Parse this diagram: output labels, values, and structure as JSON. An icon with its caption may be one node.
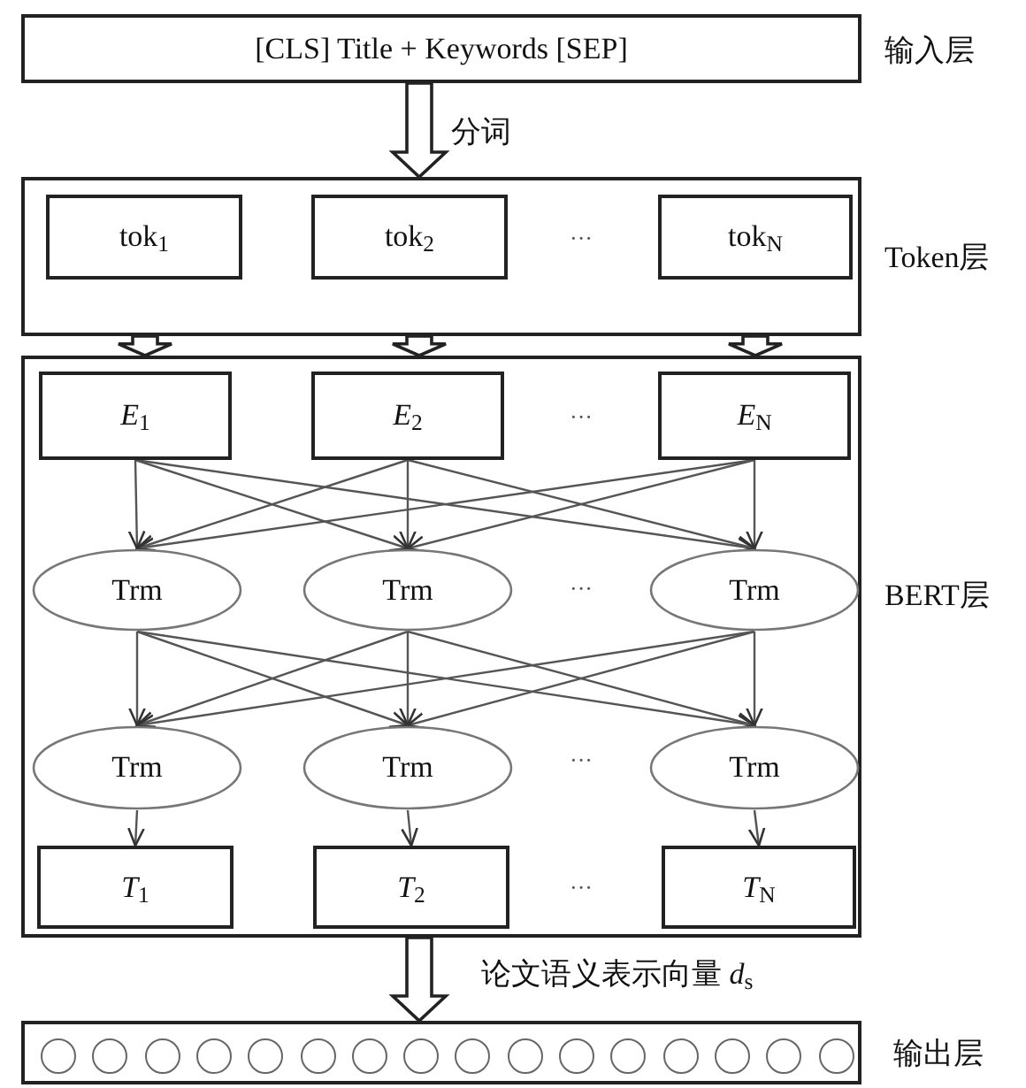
{
  "diagram": {
    "nodes": [
      {
        "text": [
          "[CLS] Title + Keywords [SEP]"
        ],
        "beside": [
          "输入层"
        ]
      },
      {
        "text": [],
        "shape": "box",
        "beside": [
          "Token层"
        ]
      },
      {
        "text": [
          "tok$_{1}$"
        ],
        "in": 1
      },
      {
        "text": [
          "tok$_{2}$"
        ],
        "in": 1
      },
      {
        "text": [
          "tok$_{N}$"
        ],
        "in": 1
      },
      {
        "text": [],
        "shape": "box",
        "beside": [
          "BERT层"
        ]
      },
      {
        "text": [
          "*E*$_{1}$"
        ],
        "in": 5
      },
      {
        "text": [
          "*E*$_{2}$"
        ],
        "in": 5
      },
      {
        "text": [
          "*E*$_{N}$"
        ],
        "in": 5
      },
      {
        "text": [
          "Trm"
        ],
        "in": 5
      },
      {
        "text": [
          "Trm"
        ],
        "in": 5
      },
      {
        "text": [
          "Trm"
        ],
        "in": 5
      },
      {
        "text": [
          "Trm"
        ],
        "in": 5
      },
      {
        "text": [
          "Trm"
        ],
        "in": 5
      },
      {
        "text": [
          "Trm"
        ],
        "in": 5
      },
      {
        "text": [
          "*T*$_{1}$"
        ],
        "in": 5
      },
      {
        "text": [
          "*T*$_{2}$"
        ],
        "in": 5
      },
      {
        "text": [
          "*T*$_{N}$"
        ],
        "in": 5
      },
      {
        "text": [],
        "shape": "box",
        "beside": [
          "输出层"
        ]
      },
      {
        "text": [],
        "shape": "circle",
        "in": 18
      },
      {
        "text": [],
        "shape": "circle",
        "in": 18
      },
      {
        "text": [],
        "shape": "circle",
        "in": 18
      },
      {
        "text": [],
        "shape": "circle",
        "in": 18
      },
      {
        "text": [],
        "shape": "circle",
        "in": 18
      },
      {
        "text": [],
        "shape": "circle",
        "in": 18
      },
      {
        "text": [],
        "shape": "circle",
        "in": 18
      },
      {
        "text": [],
        "shape": "circle",
        "in": 18
      },
      {
        "text": [],
        "shape": "circle",
        "in": 18
      },
      {
        "text": [],
        "shape": "circle",
        "in": 18
      },
      {
        "text": [],
        "shape": "circle",
        "in": 18
      },
      {
        "text": [],
        "shape": "circle",
        "in": 18
      },
      {
        "text": [],
        "shape": "circle",
        "in": 18
      },
      {
        "text": [],
        "shape": "circle",
        "in": 18
      },
      {
        "text": [],
        "shape": "circle",
        "in": 18
      },
      {
        "text": [],
        "shape": "circle",
        "in": 18
      }
    ],
    "edges": [
      {
        "from": 0,
        "to": 1,
        "arrow": "to",
        "label": "分词",
        "style": "thick"
      },
      {
        "from": 1,
        "to": 5,
        "arrow": "to",
        "style": "thick"
      },
      {
        "from": 1,
        "to": 5,
        "arrow": "to",
        "style": "thick"
      },
      {
        "from": 1,
        "to": 5,
        "arrow": "to",
        "style": "thick"
      },
      {
        "from": 6,
        "to": 9,
        "arrow": "to"
      },
      {
        "from": 6,
        "to": 10,
        "arrow": "to"
      },
      {
        "from": 6,
        "to": 11,
        "arrow": "to"
      },
      {
        "from": 7,
        "to": 9,
        "arrow": "to"
      },
      {
        "from": 7,
        "to": 10,
        "arrow": "to"
      },
      {
        "from": 7,
        "to": 11,
        "arrow": "to"
      },
      {
        "from": 8,
        "to": 9,
        "arrow": "to"
      },
      {
        "from": 8,
        "to": 10,
        "arrow": "to"
      },
      {
        "from": 8,
        "to": 11,
        "arrow": "to"
      },
      {
        "from": 9,
        "to": 12,
        "arrow": "to"
      },
      {
        "from": 9,
        "to": 13,
        "arrow": "to"
      },
      {
        "from": 9,
        "to": 14,
        "arrow": "to"
      },
      {
        "from": 10,
        "to": 12,
        "arrow": "to"
      },
      {
        "from": 10,
        "to": 13,
        "arrow": "to"
      },
      {
        "from": 10,
        "to": 14,
        "arrow": "to"
      },
      {
        "from": 11,
        "to": 12,
        "arrow": "to"
      },
      {
        "from": 11,
        "to": 13,
        "arrow": "to"
      },
      {
        "from": 11,
        "to": 14,
        "arrow": "to"
      },
      {
        "from": 12,
        "to": 15,
        "arrow": "to"
      },
      {
        "from": 13,
        "to": 16,
        "arrow": "to"
      },
      {
        "from": 14,
        "to": 17,
        "arrow": "to"
      },
      {
        "from": 5,
        "to": 18,
        "arrow": "to",
        "label": "论文语义表示向量 *d*$_{s}$",
        "style": "thick"
      }
    ],
    "labels": [
      "···",
      "···",
      "···",
      "···",
      "···"
    ]
  }
}
